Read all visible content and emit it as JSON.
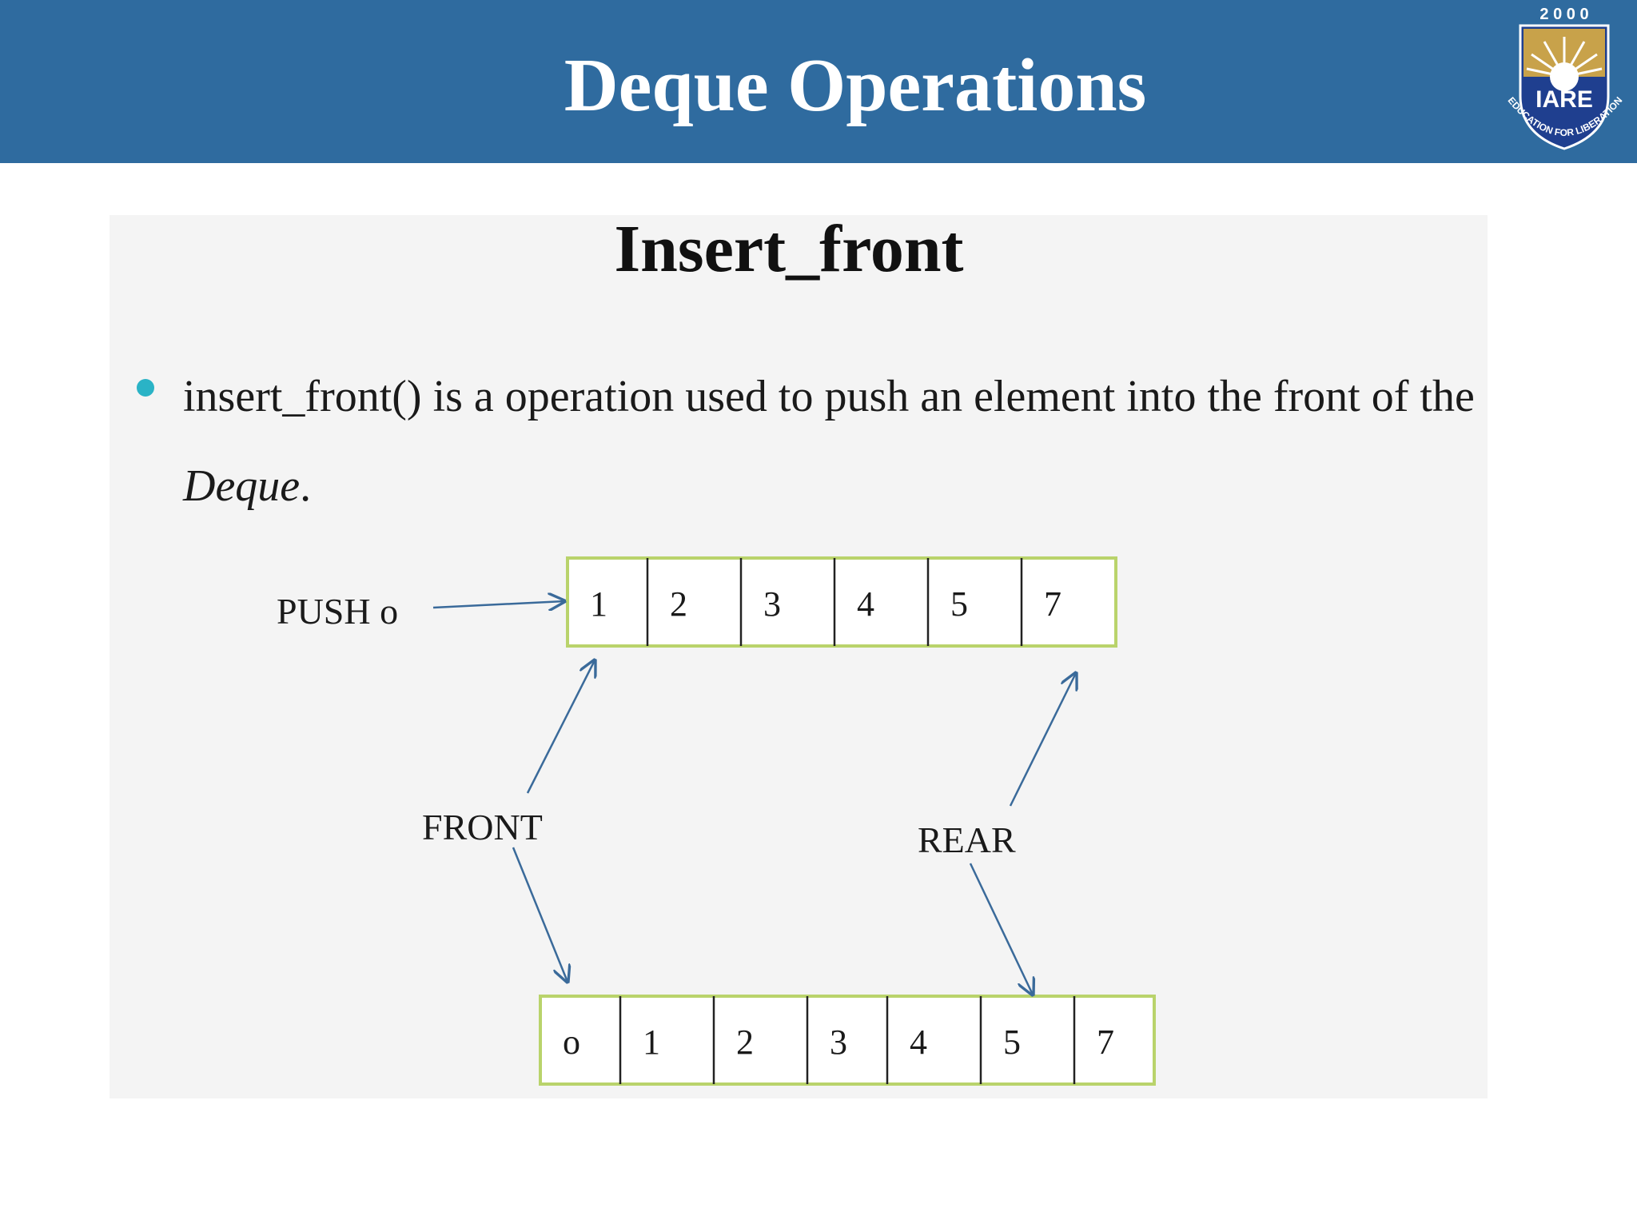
{
  "header": {
    "title": "Deque Operations",
    "colors": {
      "band": "#2f6b9f",
      "logo_shield": "#1f3f8f",
      "logo_gold": "#c8a24a"
    }
  },
  "logo": {
    "year": "2 0 0 0",
    "name": "IARE",
    "motto": "EDUCATION FOR LIBERATION"
  },
  "content": {
    "heading": "Insert_front",
    "bullet_text": "insert_front() is a operation used to push an element into the front of the",
    "bullet_emphasis": "Deque",
    "bullet_end": ".",
    "bullet_color": "#2ab3c6"
  },
  "diagram": {
    "push_label": "PUSH o",
    "front_label": "FRONT",
    "rear_label": "REAR",
    "box_border_color": "#b9d36b",
    "arrow_color": "#3a6a9a",
    "before": [
      "1",
      "2",
      "3",
      "4",
      "5",
      "7"
    ],
    "after": [
      "o",
      "1",
      "2",
      "3",
      "4",
      "5",
      "7"
    ]
  }
}
